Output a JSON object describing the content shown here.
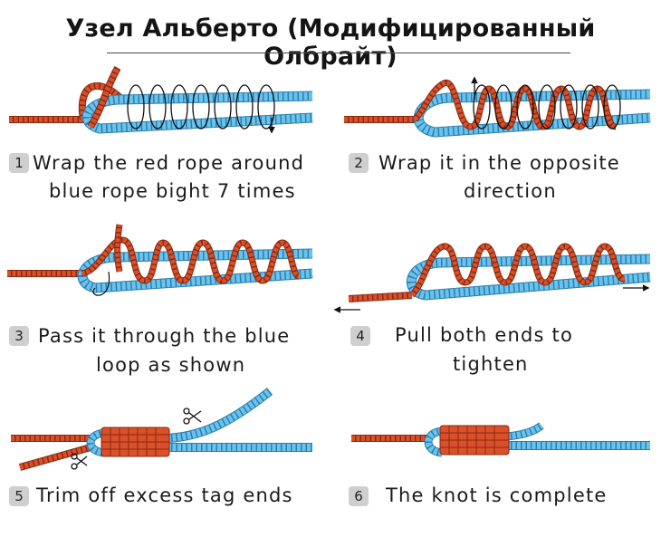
{
  "title": "Узел Альберто (Модифицированный Олбрайт)",
  "colors": {
    "red_rope": "#d9502a",
    "red_outline": "#8a2a10",
    "blue_rope": "#6bc3ec",
    "blue_outline": "#2a7fb0",
    "badge": "#cfcfcf"
  },
  "steps": [
    {
      "number": "1",
      "line1": "Wrap the red rope around",
      "line2": "blue rope bight 7 times"
    },
    {
      "number": "2",
      "line1": "Wrap it in the opposite",
      "line2": "direction"
    },
    {
      "number": "3",
      "line1": "Pass it through the blue",
      "line2": "loop as shown"
    },
    {
      "number": "4",
      "line1": "Pull both ends to",
      "line2": "tighten"
    },
    {
      "number": "5",
      "line1": "Trim off excess tag ends",
      "line2": ""
    },
    {
      "number": "6",
      "line1": "The knot is complete",
      "line2": ""
    }
  ],
  "icons": {
    "scissors": "scissors-icon",
    "arrow": "arrow-icon"
  }
}
